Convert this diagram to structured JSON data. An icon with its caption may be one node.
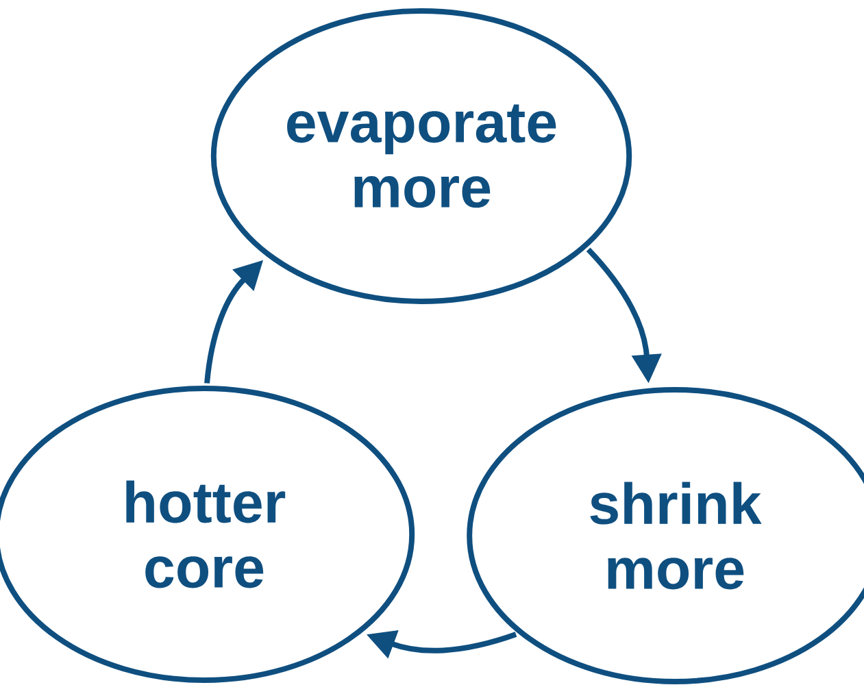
{
  "diagram": {
    "nodes": [
      {
        "text": [
          "evaporate more"
        ]
      },
      {
        "text": [
          "shrink more"
        ]
      },
      {
        "text": [
          "hotter core"
        ]
      }
    ],
    "edges": [
      {
        "from": 0,
        "to": 1,
        "arrow": "to"
      },
      {
        "from": 1,
        "to": 2,
        "arrow": "to"
      },
      {
        "from": 2,
        "to": 0,
        "arrow": "to"
      }
    ]
  }
}
